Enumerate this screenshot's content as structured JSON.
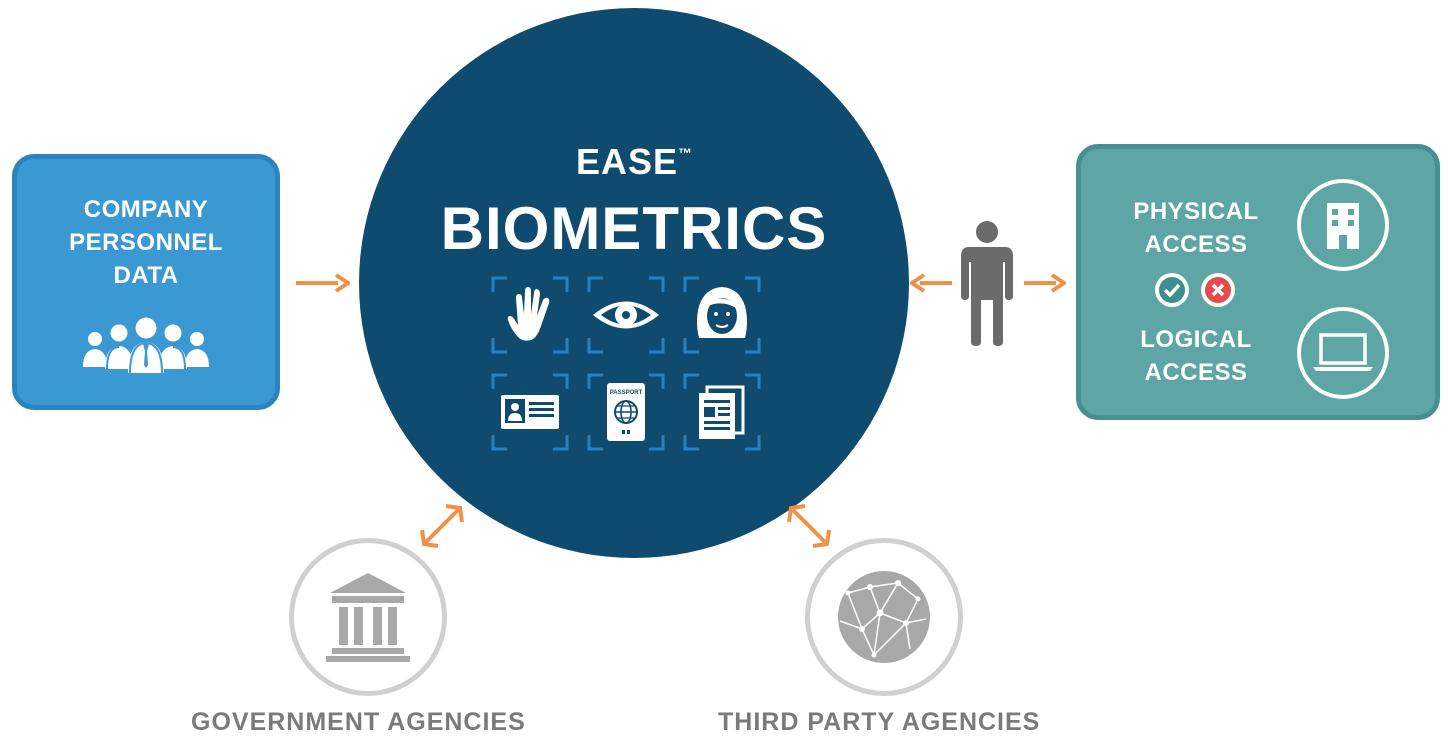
{
  "colors": {
    "company_box": "#3a98d3",
    "center_circle": "#0f4b6e",
    "access_box": "#5ea6a6",
    "arrow": "#f0914a",
    "agency_gray": "#a8a8a8",
    "accept": "#3d8f8f",
    "reject": "#e64b4b"
  },
  "company_box": {
    "lines": [
      "COMPANY",
      "PERSONNEL",
      "DATA"
    ],
    "icon": "people-group-icon"
  },
  "center": {
    "ease": "EASE",
    "trademark": "™",
    "title": "BIOMETRICS",
    "passport_text": "PASSPORT",
    "icons": [
      "hand-icon",
      "eye-icon",
      "face-icon",
      "id-card-icon",
      "passport-icon",
      "document-icon"
    ]
  },
  "access_box": {
    "physical": [
      "PHYSICAL",
      "ACCESS"
    ],
    "logical": [
      "LOGICAL",
      "ACCESS"
    ],
    "icons": [
      "building-icon",
      "laptop-icon",
      "check-icon",
      "x-icon"
    ]
  },
  "agencies": {
    "government": "GOVERNMENT AGENCIES",
    "third_party": "THIRD PARTY AGENCIES",
    "icons": [
      "government-building-icon",
      "network-globe-icon"
    ]
  }
}
